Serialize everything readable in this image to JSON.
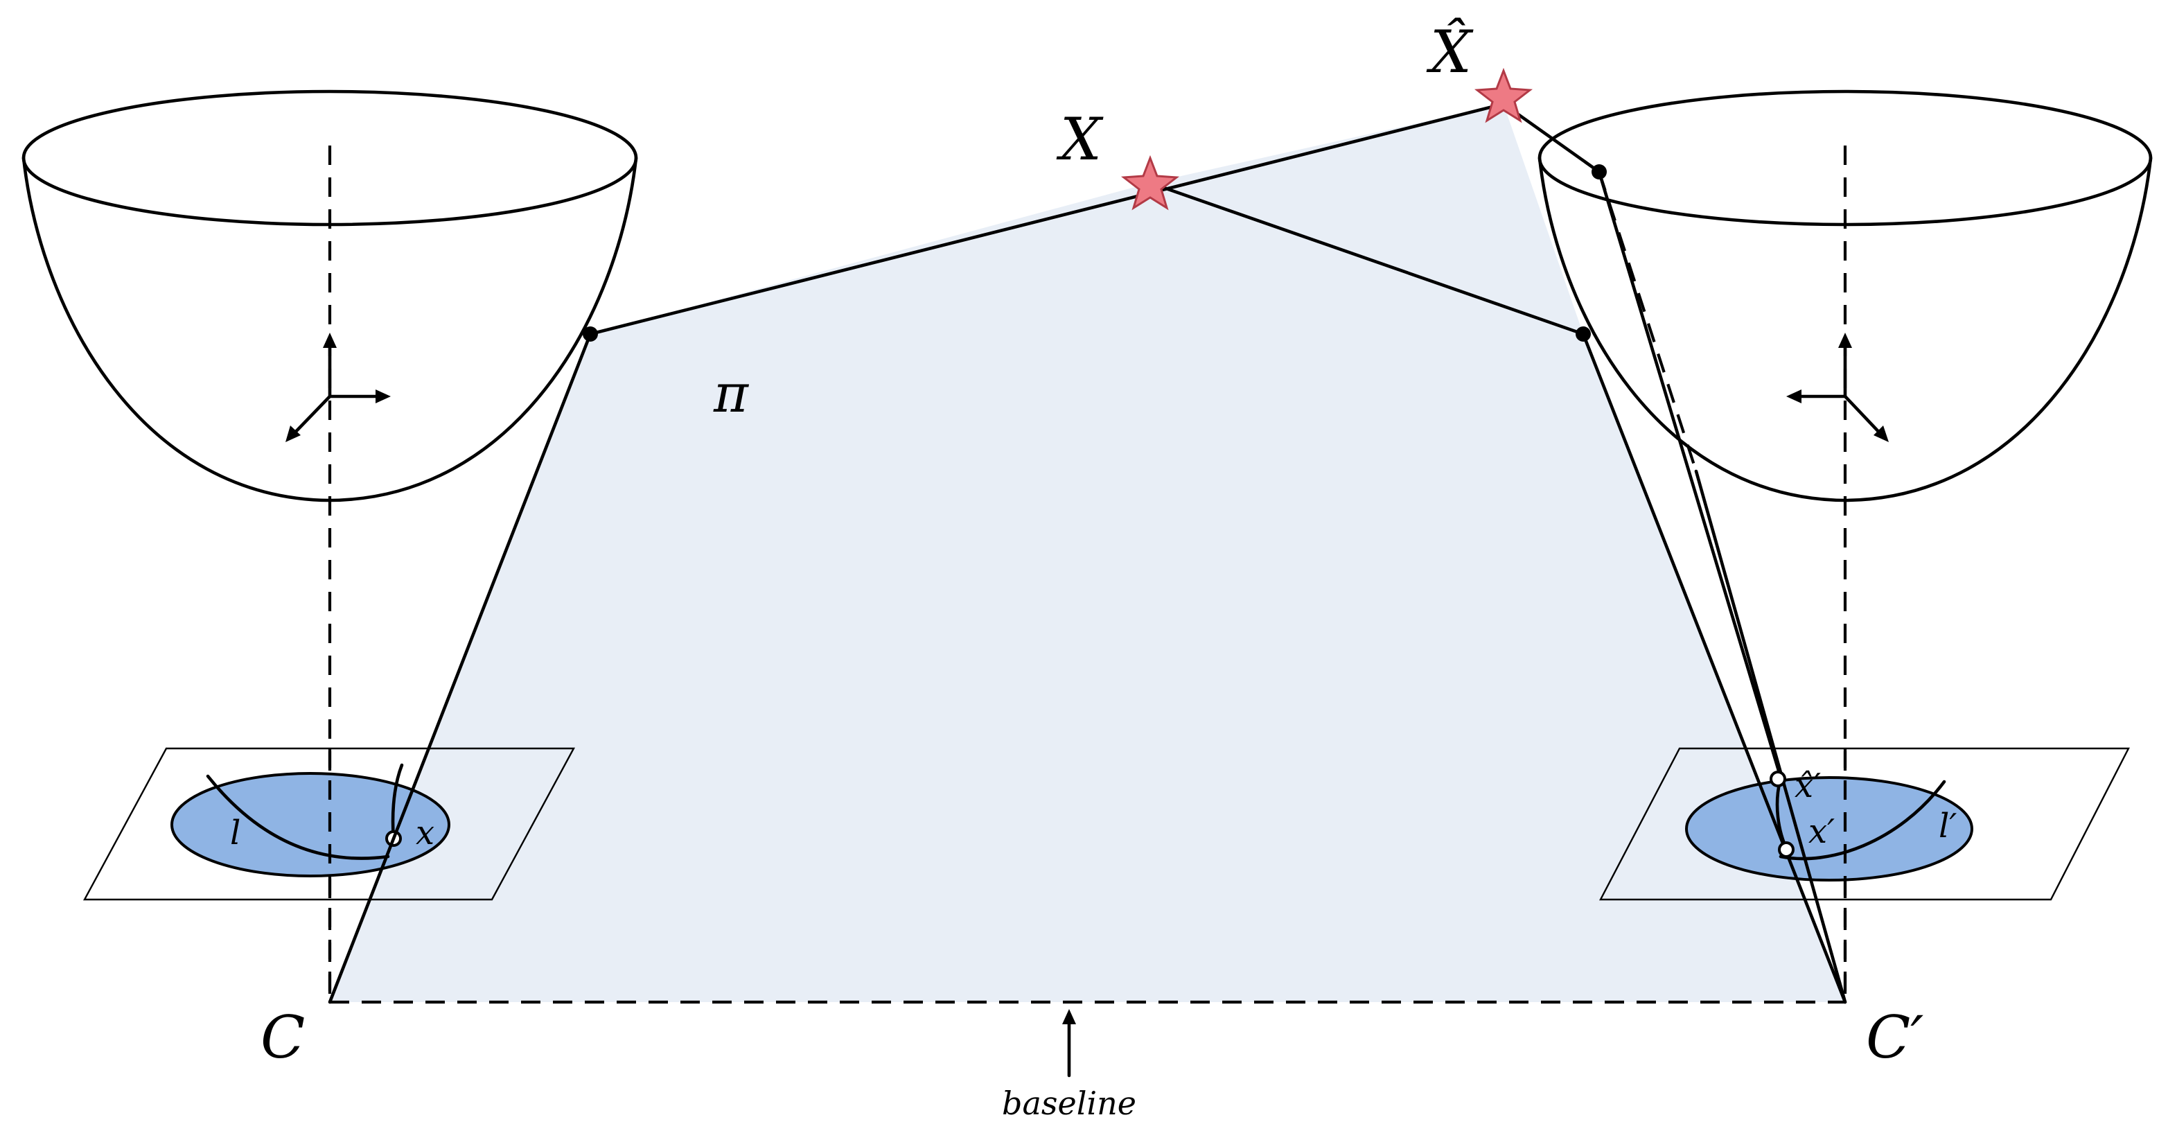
{
  "labels": {
    "point_X": "X",
    "point_X_hat": "X̂",
    "plane": "π",
    "camera_left": "C",
    "camera_right": "C′",
    "baseline": "baseline",
    "line_left": "l",
    "line_right": "l′",
    "image_point_left": "x",
    "image_point_right": "x′",
    "image_point_right_hat": "x̂′"
  },
  "colors": {
    "epipolar_plane": "#e8eef6",
    "image_disk": "#8fb4e4",
    "star_fill": "#ee7a84",
    "star_stroke": "#b23a46",
    "stroke": "#000000"
  },
  "icons": {
    "left_axes": "coordinate-axes-icon",
    "right_axes": "coordinate-axes-icon",
    "world_point": "star-marker-icon"
  }
}
